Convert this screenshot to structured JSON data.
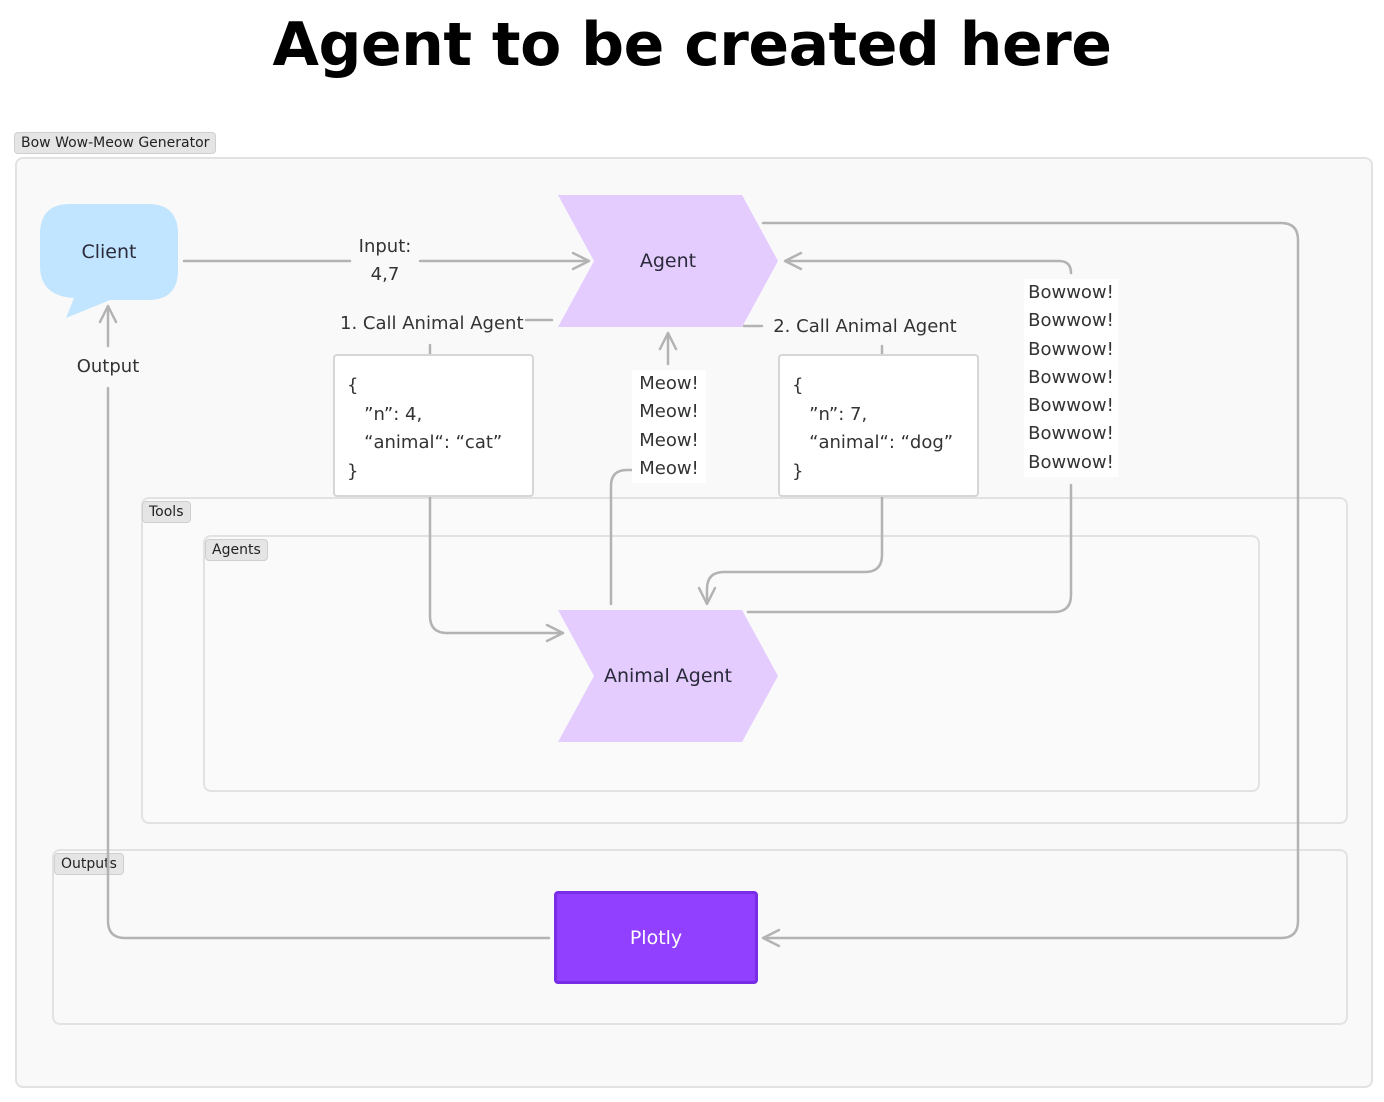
{
  "title": "Agent to be created here",
  "groups": {
    "main": "Bow Wow-Meow Generator",
    "tools": "Tools",
    "agents": "Agents",
    "outputs": "Outputs"
  },
  "nodes": {
    "client": "Client",
    "agent": "Agent",
    "animal_agent": "Animal Agent",
    "plotly": "Plotly"
  },
  "edges": {
    "input_label": "Input:",
    "input_value": "4,7",
    "output": "Output",
    "call1": "1. Call Animal Agent",
    "call2": "2. Call Animal Agent"
  },
  "calls": {
    "call1_json": "{\n   ”n”: 4,\n   “animal“: “cat”\n}",
    "call2_json": "{\n   ”n”: 7,\n   “animal“: “dog”\n}"
  },
  "responses": {
    "meow": [
      "Meow!",
      "Meow!",
      "Meow!",
      "Meow!"
    ],
    "bowwow": [
      "Bowwow!",
      "Bowwow!",
      "Bowwow!",
      "Bowwow!",
      "Bowwow!",
      "Bowwow!",
      "Bowwow!"
    ]
  },
  "colors": {
    "client_fill": "#c2e5ff",
    "agent_fill": "#e4ccff",
    "plotly_fill": "#9140ff",
    "connector": "#b3b3b3"
  }
}
